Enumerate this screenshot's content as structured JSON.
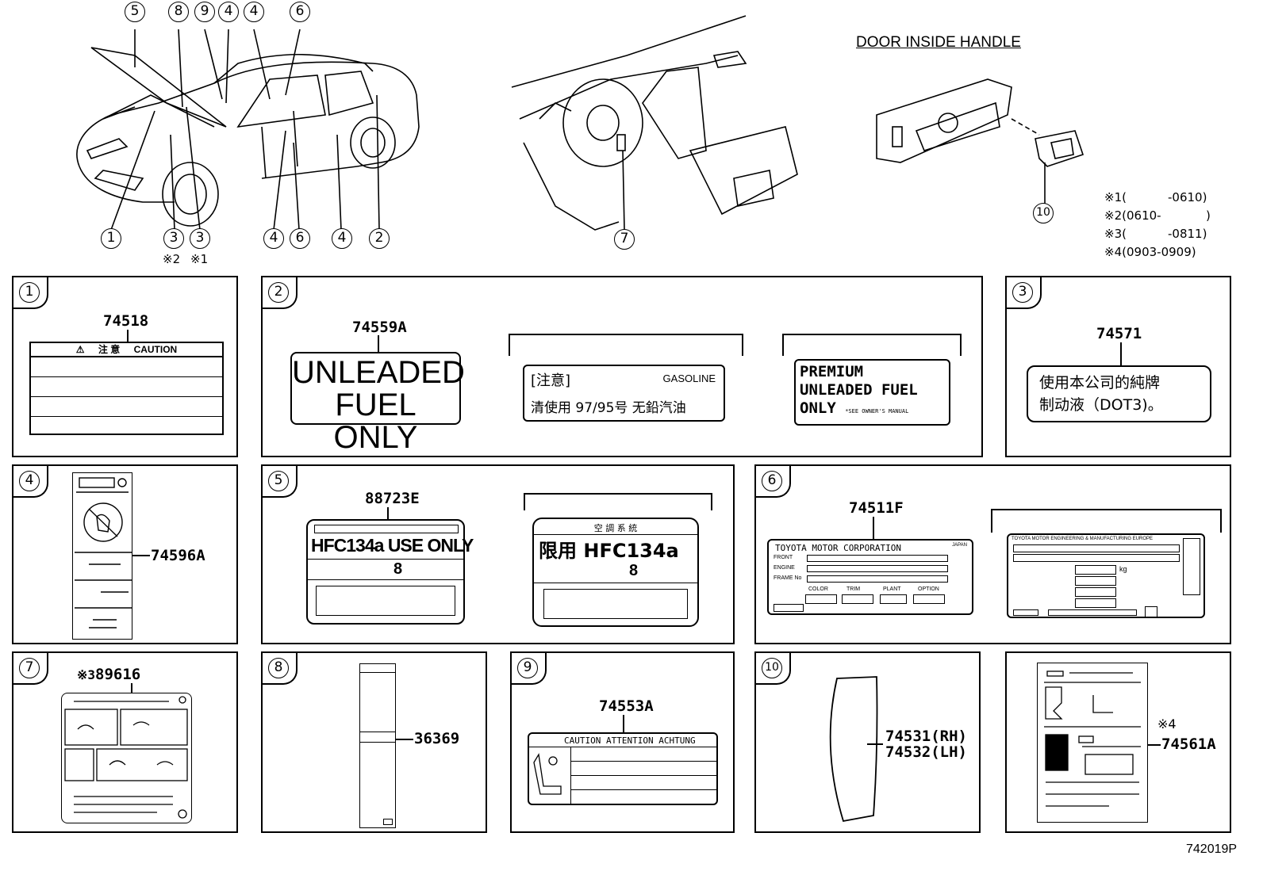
{
  "header": {
    "door_inside_handle_title": "DOOR INSIDE HANDLE",
    "diagram_code": "742019P"
  },
  "callouts_top": [
    "5",
    "8",
    "9",
    "4",
    "4",
    "6"
  ],
  "callouts_bottom": [
    "1",
    "3",
    "3",
    "4",
    "6",
    "4",
    "2"
  ],
  "callout_interior": "7",
  "callout_door": "10",
  "callout_marks": {
    "m2": "※2",
    "m1": "※1"
  },
  "date_notes": [
    {
      "mark": "※1",
      "open": "(",
      "from": "",
      "to": "-0610)"
    },
    {
      "mark": "※2",
      "open": "(0610-",
      "from": "",
      "to": ")"
    },
    {
      "mark": "※3",
      "open": "(",
      "from": "",
      "to": "-0811)"
    },
    {
      "mark": "※4",
      "open": "(0903-0909)",
      "from": "",
      "to": ""
    }
  ],
  "panels": {
    "p1": {
      "num": "1",
      "part": "74518",
      "caution_mark": "⚠",
      "caution_cjk": "注 意",
      "caution_text": "CAUTION"
    },
    "p2": {
      "num": "2",
      "part": "74559A",
      "unleaded_l1": "UNLEADED",
      "unleaded_l2": "FUEL ONLY",
      "cn_head": "[注意]",
      "cn_gas": "GASOLINE",
      "cn_text": "清使用 97/95号 无鉛汽油",
      "prem_l1": "PREMIUM",
      "prem_l2": "UNLEADED FUEL",
      "prem_l3": "ONLY",
      "prem_note": "*SEE OWNER'S MANUAL"
    },
    "p3": {
      "num": "3",
      "part": "74571",
      "l1": "使用本公司的純牌",
      "l2": "制动液（DOT3)。"
    },
    "p4": {
      "num": "4",
      "part": "74596A"
    },
    "p5": {
      "num": "5",
      "part": "88723E",
      "l1_big": "HFC134a USE ONLY",
      "l1_sub": "8",
      "l2_head": "空 調 系 統",
      "l2_big": "限用 HFC134a",
      "l2_sub": "8"
    },
    "p6": {
      "num": "6",
      "part": "74511F",
      "maker": "TOYOTA MOTOR CORPORATION",
      "japan": "JAPAN",
      "rows": [
        "FRONT",
        "ENGINE",
        "FRAME No"
      ],
      "cols": [
        "COLOR",
        "TRIM",
        "PLANT",
        "OPTION"
      ],
      "maker2": "TOYOTA MOTOR ENGINEERING & MANUFACTURING EUROPE",
      "kg": "kg"
    },
    "p7": {
      "num": "7",
      "mark": "※3",
      "part": "89616"
    },
    "p8": {
      "num": "8",
      "part": "36369"
    },
    "p9": {
      "num": "9",
      "part": "74553A",
      "caution": "CAUTION ATTENTION ACHTUNG"
    },
    "p10": {
      "num": "10",
      "part_rh": "74531(RH)",
      "part_lh": "74532(LH)"
    },
    "p11": {
      "mark": "※4",
      "part": "74561A"
    }
  }
}
